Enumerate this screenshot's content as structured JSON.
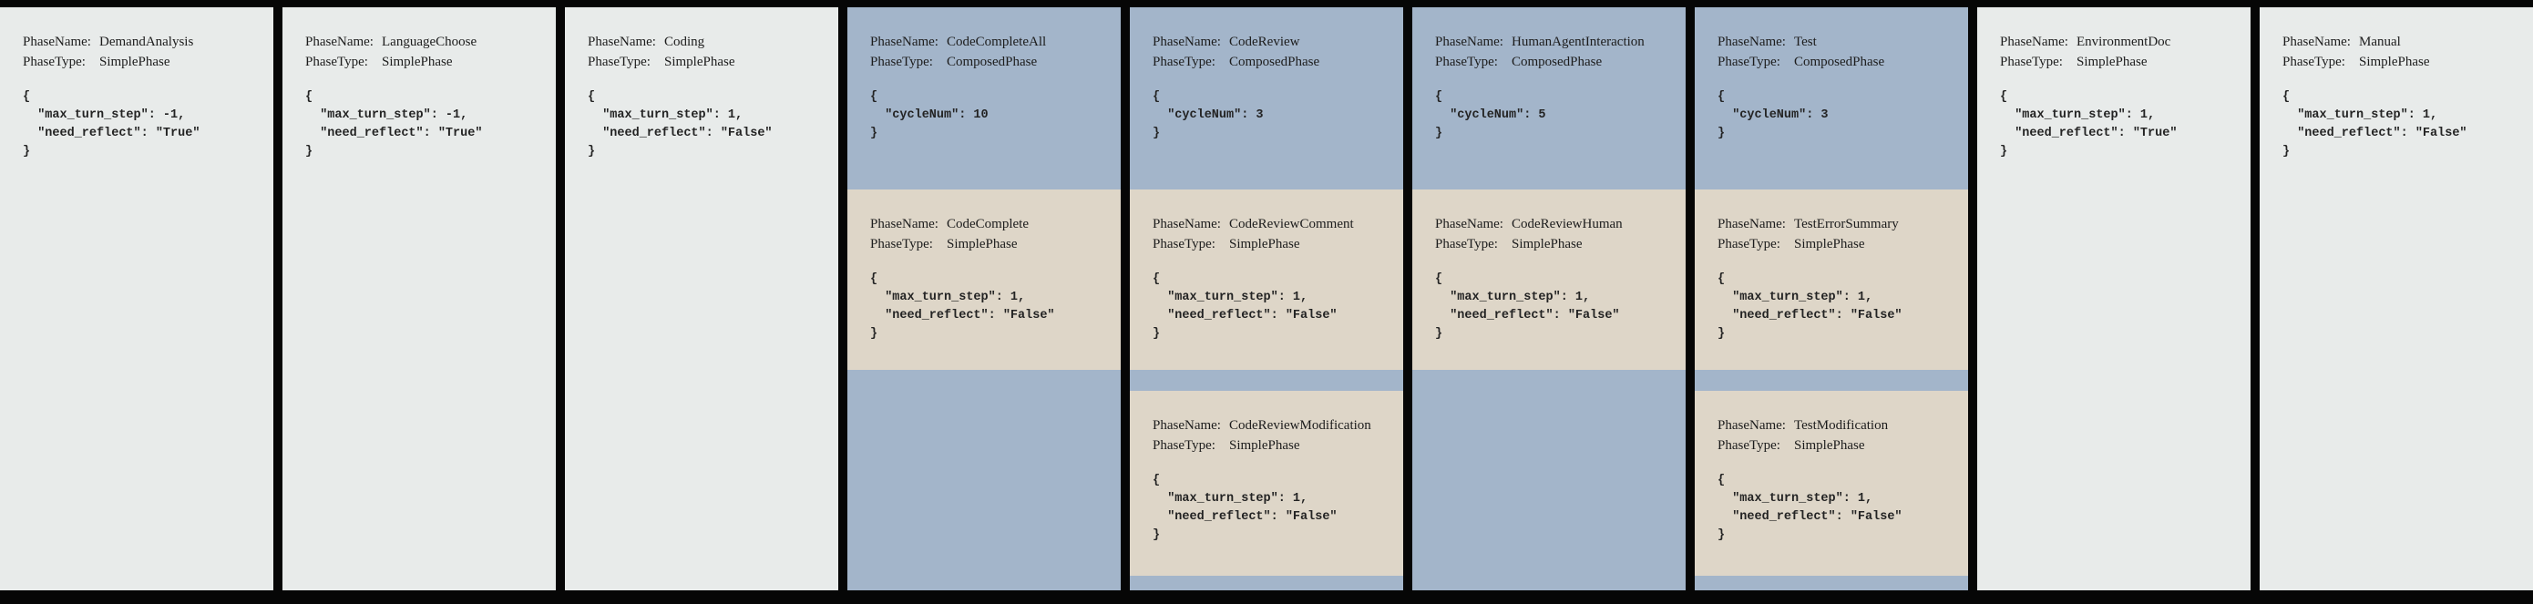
{
  "labels": {
    "phase_name": "PhaseName:",
    "phase_type": "PhaseType:"
  },
  "colors": {
    "canvas_bg": "#060606",
    "simple_phase_bg": "#e8ebea",
    "composed_phase_bg": "#a3b5ca",
    "nested_phase_bg": "#ded6c8",
    "text": "#1c1c1c"
  },
  "columns": [
    {
      "phase_name": "DemandAnalysis",
      "phase_type": "SimplePhase",
      "config_text": "{\n  \"max_turn_step\": -1,\n  \"need_reflect\": \"True\"\n}"
    },
    {
      "phase_name": "LanguageChoose",
      "phase_type": "SimplePhase",
      "config_text": "{\n  \"max_turn_step\": -1,\n  \"need_reflect\": \"True\"\n}"
    },
    {
      "phase_name": "Coding",
      "phase_type": "SimplePhase",
      "config_text": "{\n  \"max_turn_step\": 1,\n  \"need_reflect\": \"False\"\n}"
    },
    {
      "phase_name": "CodeCompleteAll",
      "phase_type": "ComposedPhase",
      "config_text": "{\n  \"cycleNum\": 10\n}",
      "children": [
        {
          "phase_name": "CodeComplete",
          "phase_type": "SimplePhase",
          "config_text": "{\n  \"max_turn_step\": 1,\n  \"need_reflect\": \"False\"\n}"
        }
      ]
    },
    {
      "phase_name": "CodeReview",
      "phase_type": "ComposedPhase",
      "config_text": "{\n  \"cycleNum\": 3\n}",
      "children": [
        {
          "phase_name": "CodeReviewComment",
          "phase_type": "SimplePhase",
          "config_text": "{\n  \"max_turn_step\": 1,\n  \"need_reflect\": \"False\"\n}"
        },
        {
          "phase_name": "CodeReviewModification",
          "phase_type": "SimplePhase",
          "config_text": "{\n  \"max_turn_step\": 1,\n  \"need_reflect\": \"False\"\n}"
        }
      ]
    },
    {
      "phase_name": "HumanAgentInteraction",
      "phase_type": "ComposedPhase",
      "config_text": "{\n  \"cycleNum\": 5\n}",
      "children": [
        {
          "phase_name": "CodeReviewHuman",
          "phase_type": "SimplePhase",
          "config_text": "{\n  \"max_turn_step\": 1,\n  \"need_reflect\": \"False\"\n}"
        }
      ]
    },
    {
      "phase_name": "Test",
      "phase_type": "ComposedPhase",
      "config_text": "{\n  \"cycleNum\": 3\n}",
      "children": [
        {
          "phase_name": "TestErrorSummary",
          "phase_type": "SimplePhase",
          "config_text": "{\n  \"max_turn_step\": 1,\n  \"need_reflect\": \"False\"\n}"
        },
        {
          "phase_name": "TestModification",
          "phase_type": "SimplePhase",
          "config_text": "{\n  \"max_turn_step\": 1,\n  \"need_reflect\": \"False\"\n}"
        }
      ]
    },
    {
      "phase_name": "EnvironmentDoc",
      "phase_type": "SimplePhase",
      "config_text": "{\n  \"max_turn_step\": 1,\n  \"need_reflect\": \"True\"\n}"
    },
    {
      "phase_name": "Manual",
      "phase_type": "SimplePhase",
      "config_text": "{\n  \"max_turn_step\": 1,\n  \"need_reflect\": \"False\"\n}"
    }
  ]
}
